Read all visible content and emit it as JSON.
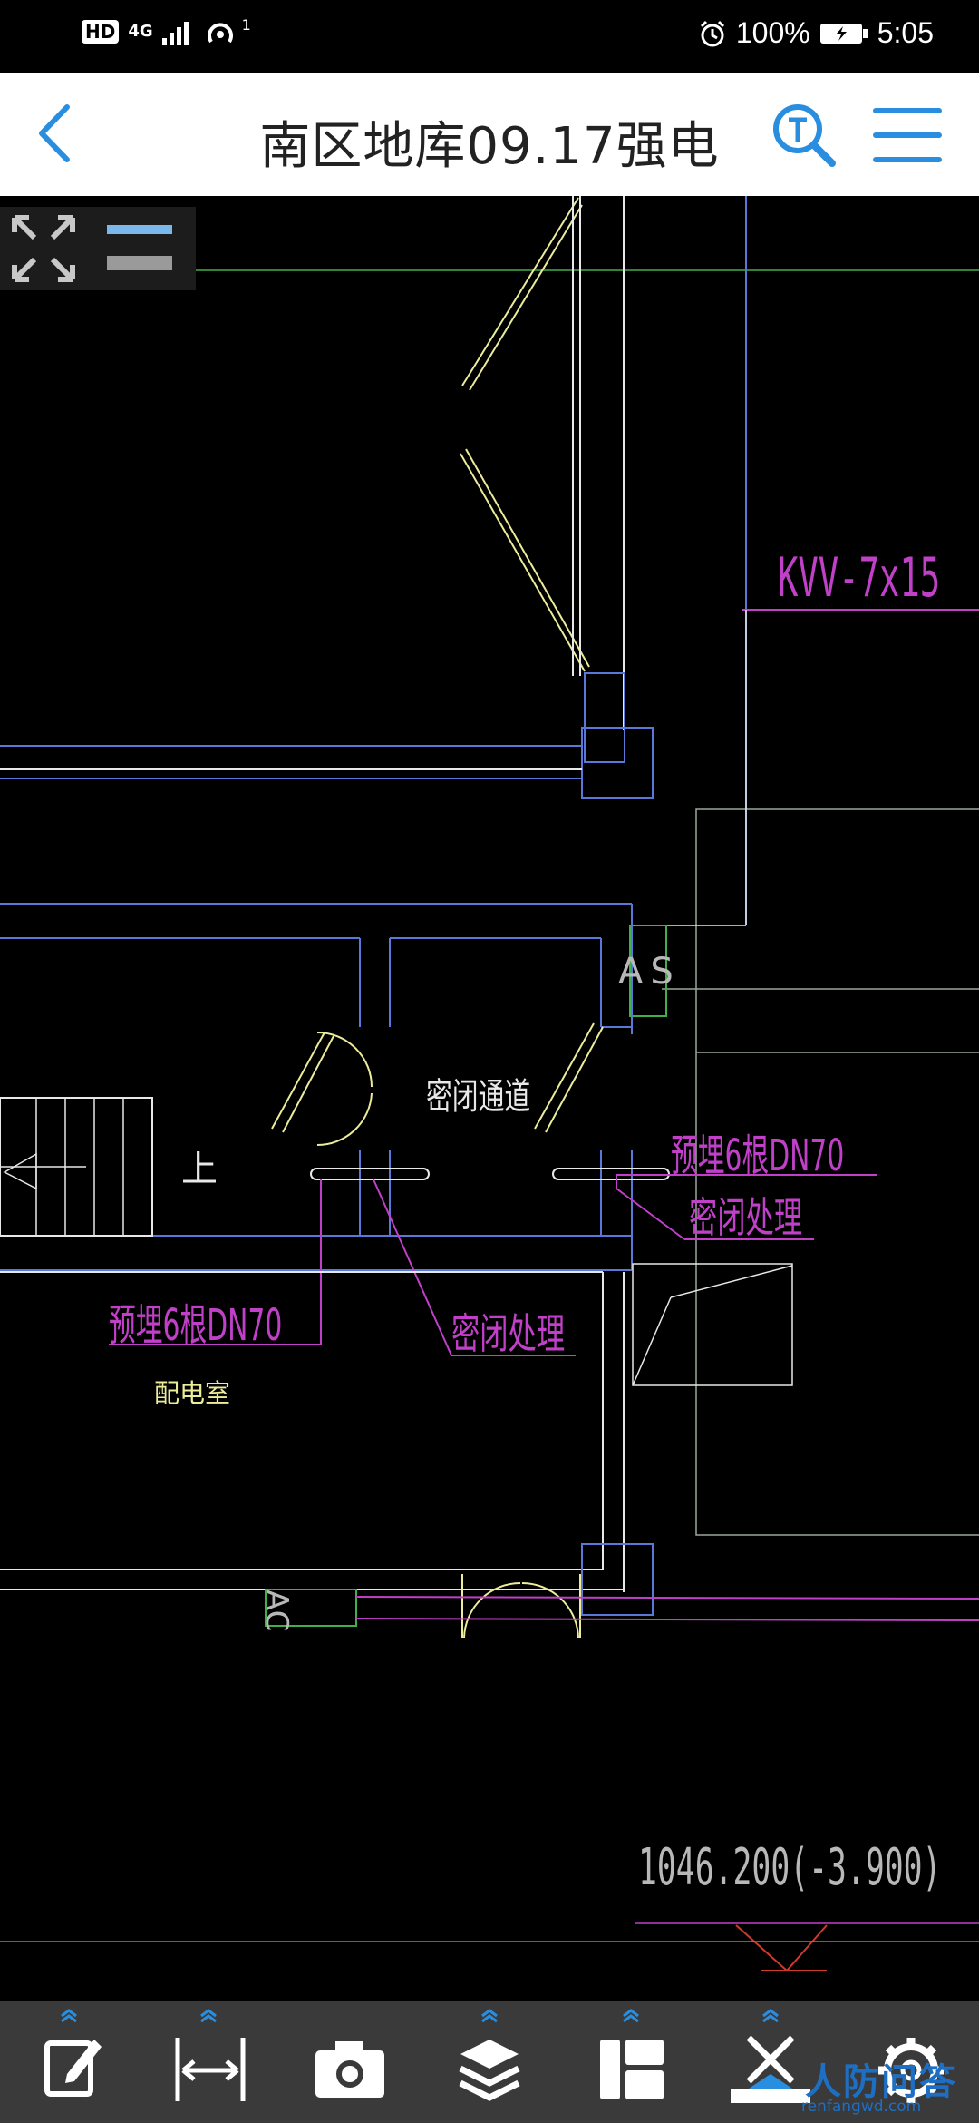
{
  "status_bar": {
    "hd": "HD",
    "network": "4G",
    "hotspot_count": "1",
    "battery": "100%",
    "time": "5:05"
  },
  "header": {
    "title": "南区地库09.17强电"
  },
  "drawing": {
    "labels": {
      "cable": "KVV-7x15",
      "as": "AS",
      "passage": "密闭通道",
      "up": "上",
      "pre_embed_right": "预埋6根DN70",
      "seal_right": "密闭处理",
      "pre_embed_left": "预埋6根DN70",
      "seal_left": "密闭处理",
      "power_room": "配电室",
      "ac": "AC",
      "elevation": "1046.200(-3.900)"
    },
    "colors": {
      "background": "#000000",
      "magenta": "#c040c8",
      "blue": "#5a78d8",
      "white": "#e8e8e8",
      "yellow": "#ecec9a",
      "green": "#3fb04a",
      "red": "#d03a2a",
      "gray": "#b8b8b8"
    }
  },
  "toolbar": {
    "items": [
      {
        "name": "annotate",
        "icon": "edit-icon"
      },
      {
        "name": "measure",
        "icon": "measure-icon"
      },
      {
        "name": "camera",
        "icon": "camera-icon"
      },
      {
        "name": "layers",
        "icon": "layers-icon"
      },
      {
        "name": "layout",
        "icon": "layout-icon"
      },
      {
        "name": "tools",
        "icon": "tools-icon"
      },
      {
        "name": "settings",
        "icon": "gear-icon"
      }
    ]
  },
  "watermark": {
    "main": "人防问答",
    "sub": "renfangwd.com"
  }
}
